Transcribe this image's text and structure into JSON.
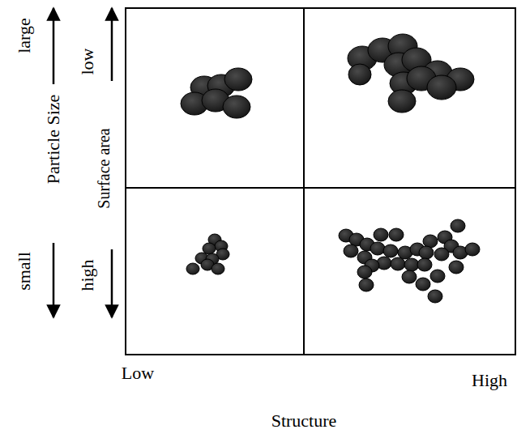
{
  "diagram": {
    "labels": [
      "large",
      "Particle Size",
      "small",
      "low",
      "Surface area",
      "high",
      "Low",
      "High",
      "Structure"
    ]
  }
}
